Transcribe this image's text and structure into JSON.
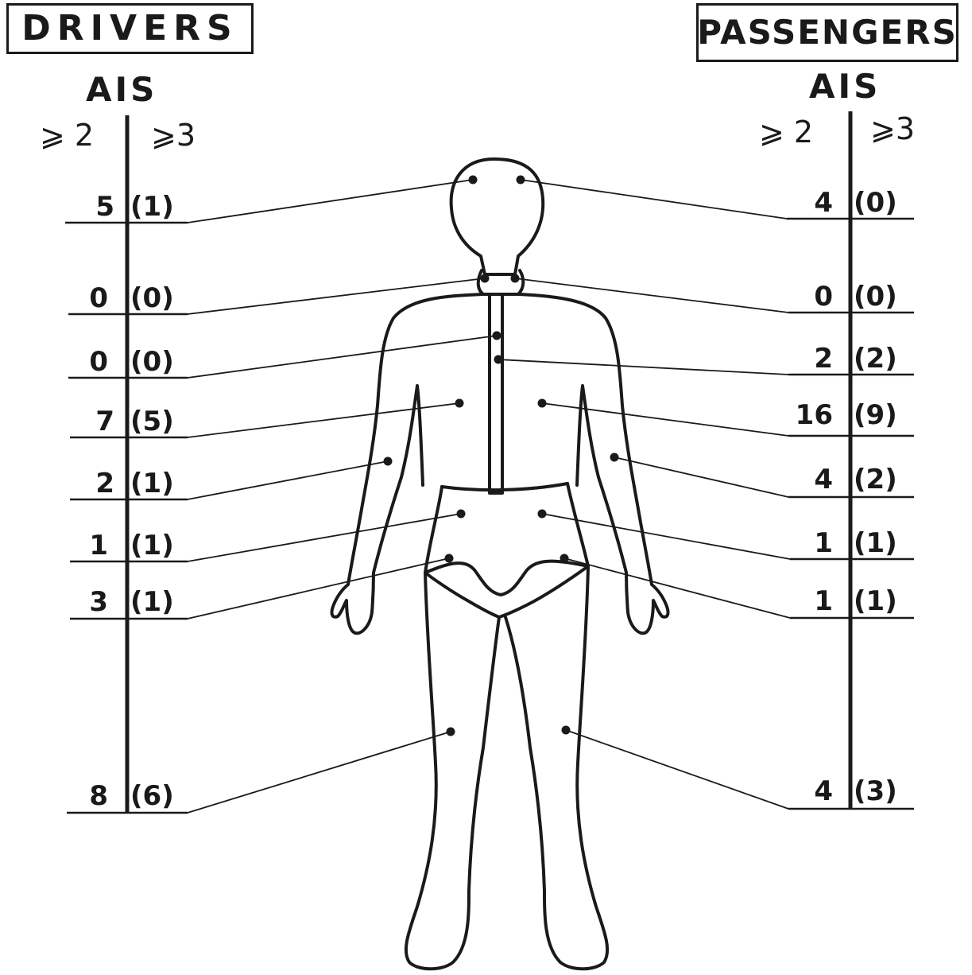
{
  "drivers": {
    "title": "DRIVERS",
    "scale_label": "AIS",
    "sev2_label": "⩾ 2",
    "sev3_label": "⩾3",
    "rows": [
      {
        "count": "5",
        "severe": "(1)"
      },
      {
        "count": "0",
        "severe": "(0)"
      },
      {
        "count": "0",
        "severe": "(0)"
      },
      {
        "count": "7",
        "severe": "(5)"
      },
      {
        "count": "2",
        "severe": "(1)"
      },
      {
        "count": "1",
        "severe": "(1)"
      },
      {
        "count": "3",
        "severe": "(1)"
      },
      {
        "count": "8",
        "severe": "(6)"
      }
    ]
  },
  "passengers": {
    "title": "PASSENGERS",
    "scale_label": "AIS",
    "sev2_label": "⩾ 2",
    "sev3_label": "⩾3",
    "rows": [
      {
        "count": "4",
        "severe": "(0)"
      },
      {
        "count": "0",
        "severe": "(0)"
      },
      {
        "count": "2",
        "severe": "(2)"
      },
      {
        "count": "16",
        "severe": "(9)"
      },
      {
        "count": "4",
        "severe": "(2)"
      },
      {
        "count": "1",
        "severe": "(1)"
      },
      {
        "count": "1",
        "severe": "(1)"
      },
      {
        "count": "4",
        "severe": "(3)"
      }
    ]
  },
  "colors": {
    "ink": "#1a1a1a",
    "background": "#ffffff"
  }
}
